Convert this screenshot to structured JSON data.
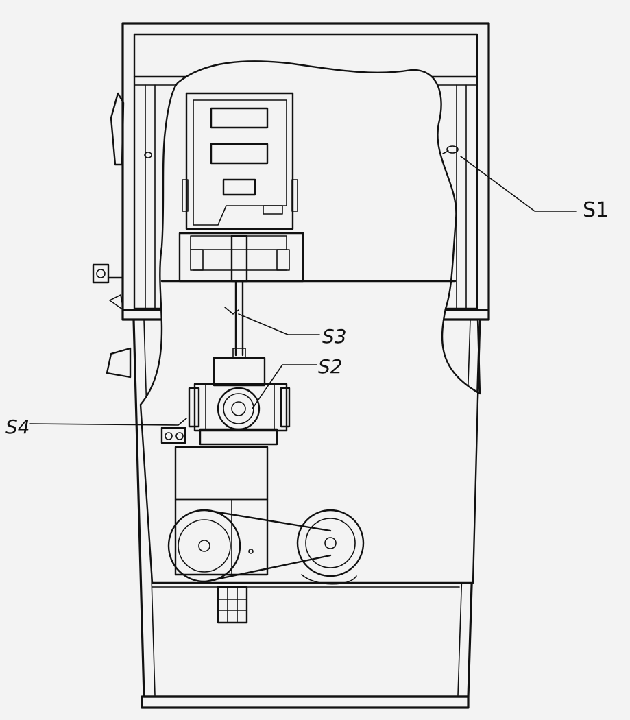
{
  "diagram": {
    "labels": {
      "s1": "S1",
      "s2": "S2",
      "s3": "S3",
      "s4": "S4"
    },
    "line_color": "#111111",
    "paper_color": "#f3f3f3"
  }
}
